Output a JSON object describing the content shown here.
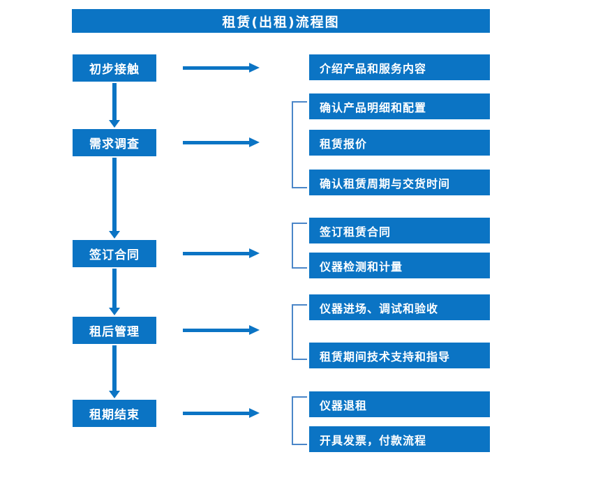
{
  "title": "租赁(出租)流程图",
  "theme": {
    "box_fill": "#0b74c4",
    "box_text": "#ffffff",
    "arrow_color": "#0b74c4",
    "bracket_color": "#4a86c8",
    "background": "#ffffff"
  },
  "stages": [
    {
      "label": "初步接触"
    },
    {
      "label": "需求调查"
    },
    {
      "label": "签订合同"
    },
    {
      "label": "租后管理"
    },
    {
      "label": "租期结束"
    }
  ],
  "details": [
    {
      "label": "介绍产品和服务内容"
    },
    {
      "label": "确认产品明细和配置"
    },
    {
      "label": "租赁报价"
    },
    {
      "label": "确认租赁周期与交货时间"
    },
    {
      "label": "签订租赁合同"
    },
    {
      "label": "仪器检测和计量"
    },
    {
      "label": "仪器进场、调试和验收"
    },
    {
      "label": "租赁期间技术支持和指导"
    },
    {
      "label": "仪器退租"
    },
    {
      "label": "开具发票，付款流程"
    }
  ]
}
